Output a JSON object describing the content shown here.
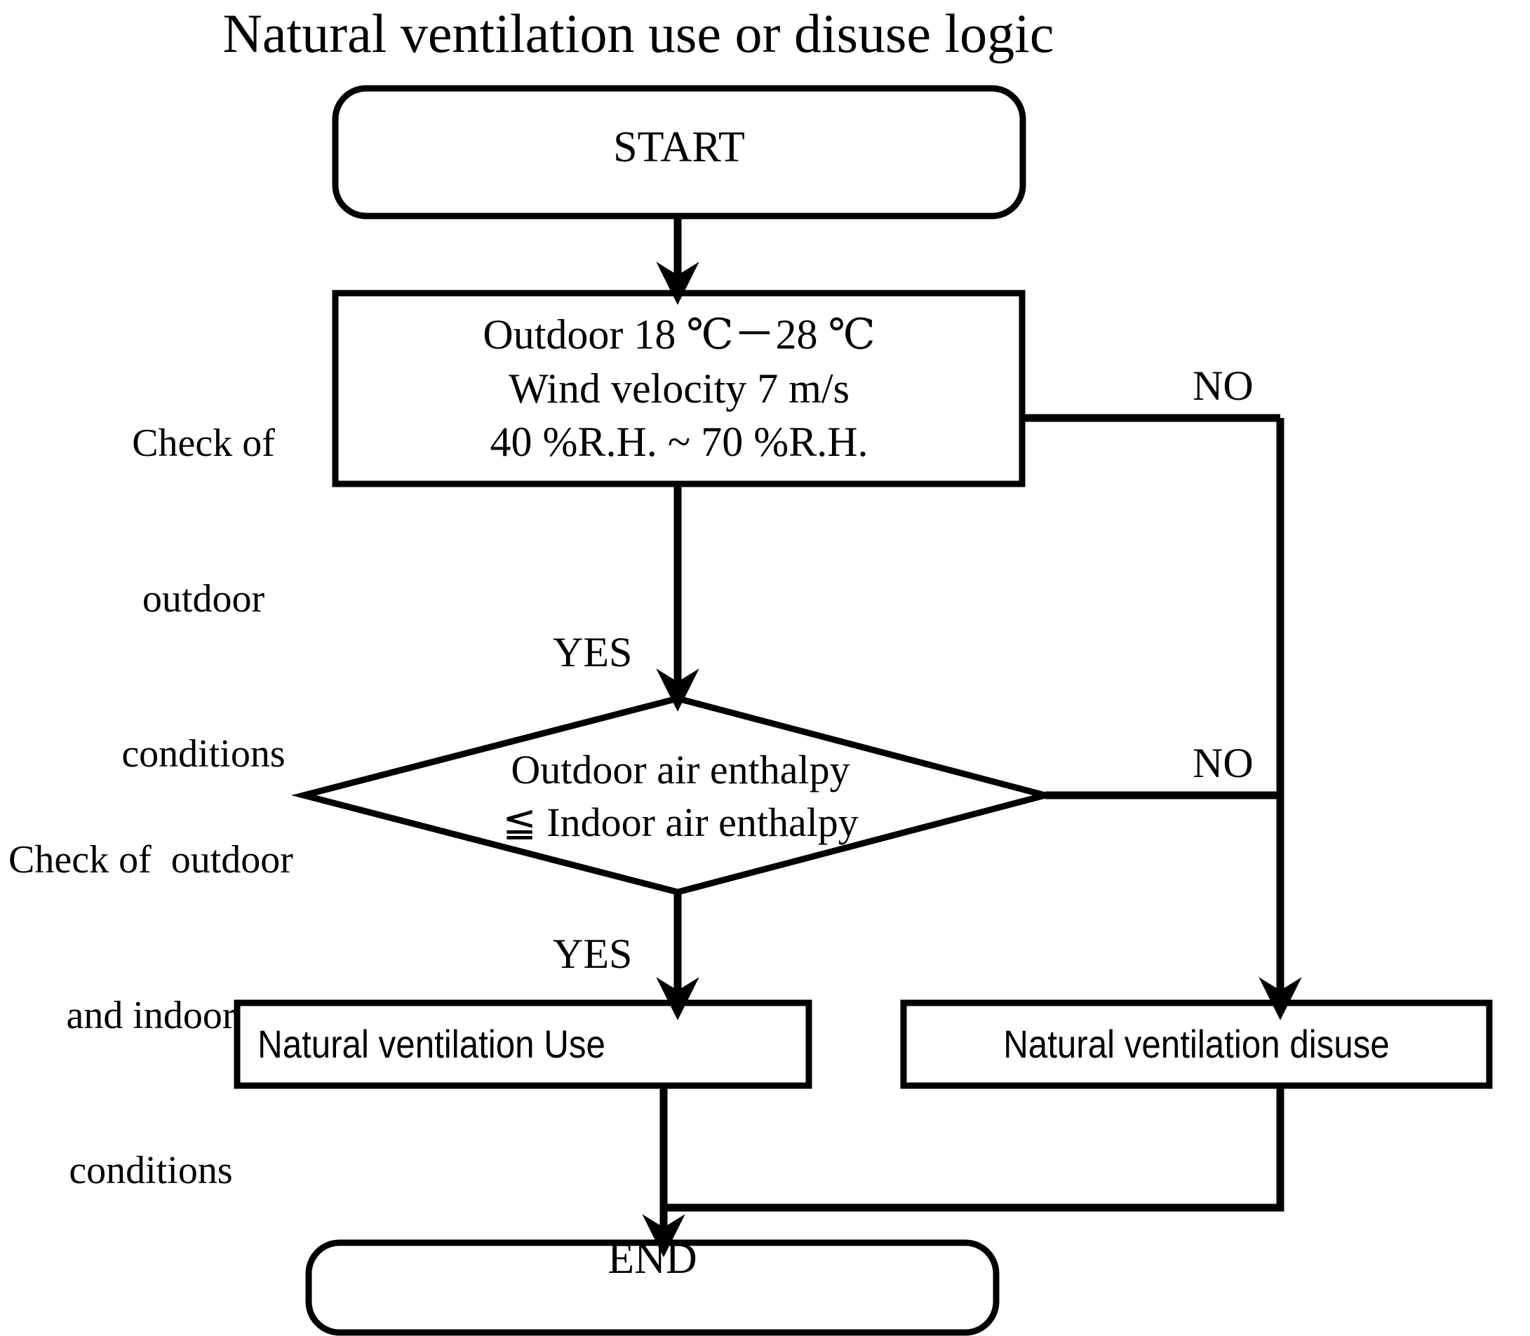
{
  "title": "Natural ventilation use or disuse logic",
  "colors": {
    "stroke": "#000000",
    "background": "#ffffff",
    "text": "#000000"
  },
  "nodes": {
    "start": {
      "label": "START",
      "shape": "rounded-rectangle"
    },
    "outdoor_conditions": {
      "shape": "rectangle",
      "lines": [
        "Outdoor 18 ℃－28 ℃",
        "Wind velocity 7 m/s",
        "40 %R.H. ~ 70 %R.H."
      ],
      "line1": "Outdoor 18 ℃－28 ℃",
      "line2": "Wind velocity 7 m/s",
      "line3": "40 %R.H. ~ 70 %R.H."
    },
    "enthalpy_decision": {
      "shape": "diamond",
      "line1": "Outdoor   air enthalpy",
      "line2": "≦ Indoor air enthalpy"
    },
    "nv_use": {
      "label": "Natural ventilation Use",
      "shape": "rectangle"
    },
    "nv_disuse": {
      "label": "Natural ventilation disuse",
      "shape": "rectangle"
    },
    "end": {
      "label": "END",
      "shape": "rounded-rectangle"
    }
  },
  "annotations": {
    "check_outdoor": {
      "line1": "Check of",
      "line2": "outdoor",
      "line3": "conditions"
    },
    "check_outdoor_indoor": {
      "line1": "Check of  outdoor",
      "line2": "and indoor",
      "line3": "conditions"
    }
  },
  "edge_labels": {
    "yes_outdoor": "YES",
    "no_outdoor": "NO",
    "yes_enthalpy": "YES",
    "no_enthalpy": "NO"
  },
  "edges": [
    {
      "from": "start",
      "to": "outdoor_conditions",
      "label": ""
    },
    {
      "from": "outdoor_conditions",
      "to": "enthalpy_decision",
      "label": "YES"
    },
    {
      "from": "outdoor_conditions",
      "to": "nv_disuse",
      "label": "NO"
    },
    {
      "from": "enthalpy_decision",
      "to": "nv_use",
      "label": "YES"
    },
    {
      "from": "enthalpy_decision",
      "to": "nv_disuse",
      "label": "NO"
    },
    {
      "from": "nv_use",
      "to": "end",
      "label": ""
    },
    {
      "from": "nv_disuse",
      "to": "end",
      "label": ""
    }
  ]
}
